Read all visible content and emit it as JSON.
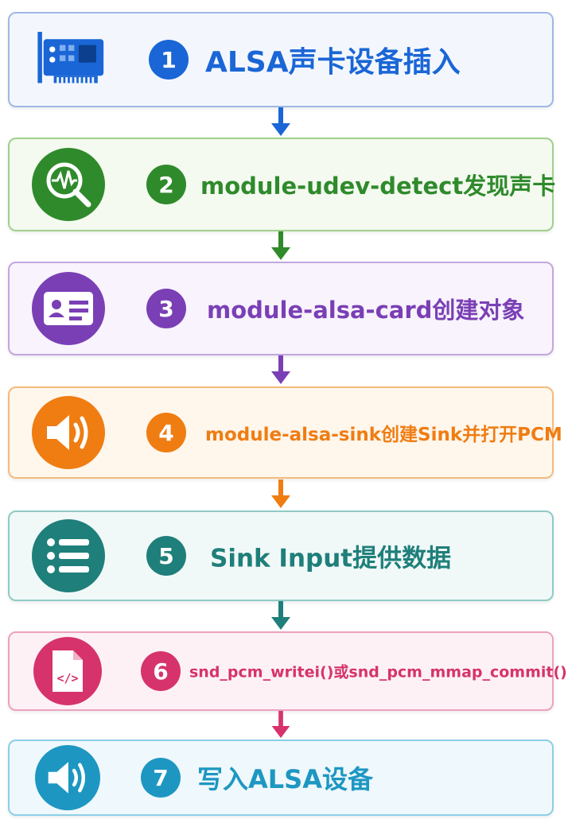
{
  "steps": [
    {
      "num": "1",
      "label": "ALSA声卡设备插入",
      "color": "#1a66d6",
      "border": "#9fb9e6",
      "bg": "#f3f7fd",
      "icon": "sound-card-icon"
    },
    {
      "num": "2",
      "label": "module-udev-detect发现声卡",
      "color": "#2f8a2b",
      "border": "#9fd08e",
      "bg": "#f4faf0",
      "icon": "waveform-magnifier-icon"
    },
    {
      "num": "3",
      "label": "module-alsa-card创建对象",
      "color": "#7a3fb5",
      "border": "#c2a7df",
      "bg": "#f8f3fc",
      "icon": "id-card-icon"
    },
    {
      "num": "4",
      "label": "module-alsa-sink创建Sink并打开PCM",
      "color": "#ef7d12",
      "border": "#f4bb7d",
      "bg": "#fff6ec",
      "icon": "speaker-icon"
    },
    {
      "num": "5",
      "label": "Sink Input提供数据",
      "color": "#1f7f7a",
      "border": "#8fcac5",
      "bg": "#f1f9f8",
      "icon": "list-icon"
    },
    {
      "num": "6",
      "label": "snd_pcm_writei()或snd_pcm_mmap_commit()",
      "color": "#d6336c",
      "border": "#eca2bf",
      "bg": "#fdf1f5",
      "icon": "code-file-icon"
    },
    {
      "num": "7",
      "label": "写入ALSA设备",
      "color": "#1d97c2",
      "border": "#8ccfe6",
      "bg": "#eff8fc",
      "icon": "speaker-icon"
    }
  ]
}
